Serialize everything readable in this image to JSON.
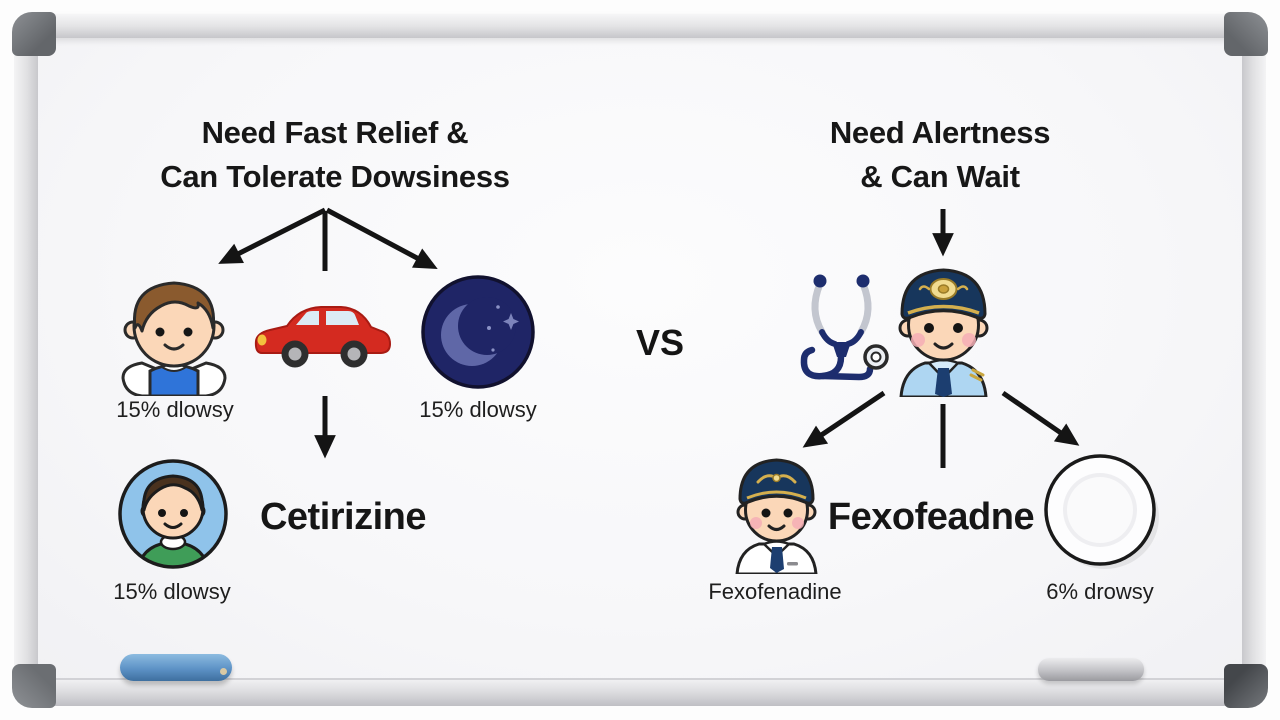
{
  "whiteboard": {
    "left_branch": {
      "heading_line1": "Need Fast Relief &",
      "heading_line2": "Can Tolerate Dowsiness",
      "child_caption": "15% dlowsy",
      "night_caption": "15% dlowsy",
      "patient_caption": "15% dlowsy",
      "drug_name": "Cetirizine"
    },
    "vs_label": "VS",
    "right_branch": {
      "heading_line1": "Need Alertness",
      "heading_line2": "& Can Wait",
      "pilot_caption": "Fexofenadine",
      "drug_name": "Fexofeadne",
      "plate_caption": "6% drowsy"
    },
    "icons": {
      "left": [
        "boy-icon",
        "car-icon",
        "night-moon-icon",
        "patient-avatar-icon"
      ],
      "right": [
        "stethoscope-icon",
        "pilot-icon",
        "pilot-small-icon",
        "empty-plate-icon"
      ],
      "tray": [
        "blue-marker",
        "gray-eraser"
      ]
    },
    "colors": {
      "text": "#171717",
      "arrow": "#141414",
      "car_red": "#d42a20",
      "night_navy": "#1f2566",
      "moon_light": "#5f67a7",
      "pilot_cap_navy": "#17365c",
      "pilot_shirt_blue": "#aed6f2",
      "avatar_bg_blue": "#8fc3ea",
      "patient_shirt_green": "#3f9d58",
      "boy_vest_blue": "#2f74d9",
      "marker_blue": "#5d92c6",
      "frame_gray": "#dededf",
      "corner_dark_gray": "#63666a"
    }
  }
}
